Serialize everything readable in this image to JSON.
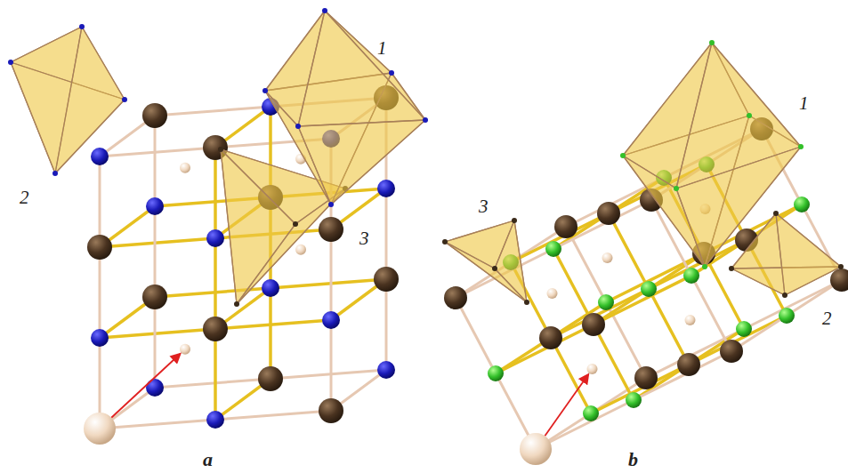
{
  "diagram": {
    "labels": [
      "1",
      "2",
      "3",
      "a",
      "1",
      "3",
      "2",
      "b"
    ]
  }
}
